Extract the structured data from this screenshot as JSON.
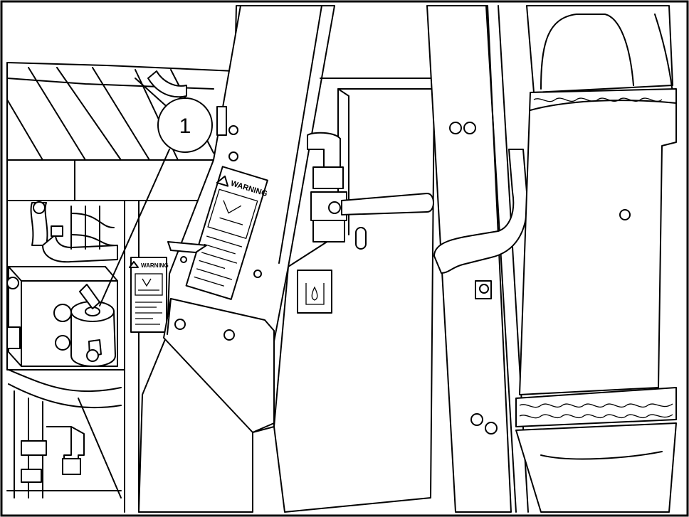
{
  "figure": {
    "callouts": [
      {
        "label": "1",
        "target": "fuel-filter"
      }
    ],
    "labels": {
      "warning_decal_main": "WARNING",
      "warning_decal_small": "WARNING"
    },
    "icons": [
      "warning-triangle-icon",
      "fuel-drop-icon",
      "hot-surface-icon"
    ],
    "colors": {
      "line": "#000000",
      "background": "#ffffff"
    }
  }
}
